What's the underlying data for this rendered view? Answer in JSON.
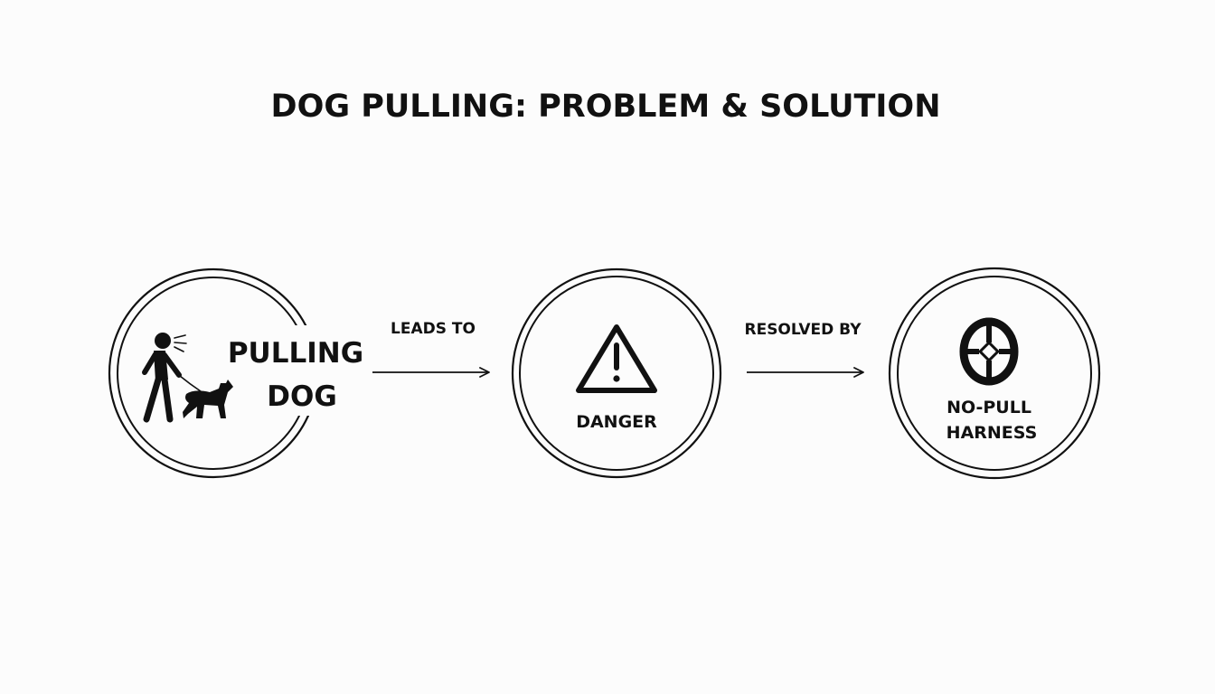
{
  "title": "DOG PULLING: PROBLEM & SOLUTION",
  "nodes": [
    {
      "line1": "PULLING",
      "line2": "DOG",
      "icon": "person-walking-dog-icon"
    },
    {
      "label": "DANGER",
      "icon": "warning-triangle-icon"
    },
    {
      "line1": "NO-PULL",
      "line2": "HARNESS",
      "icon": "harness-icon"
    }
  ],
  "edges": [
    {
      "label": "LEADS TO"
    },
    {
      "label": "RESOLVED BY"
    }
  ],
  "colors": {
    "ink": "#111111",
    "background": "#fcfcfc"
  }
}
